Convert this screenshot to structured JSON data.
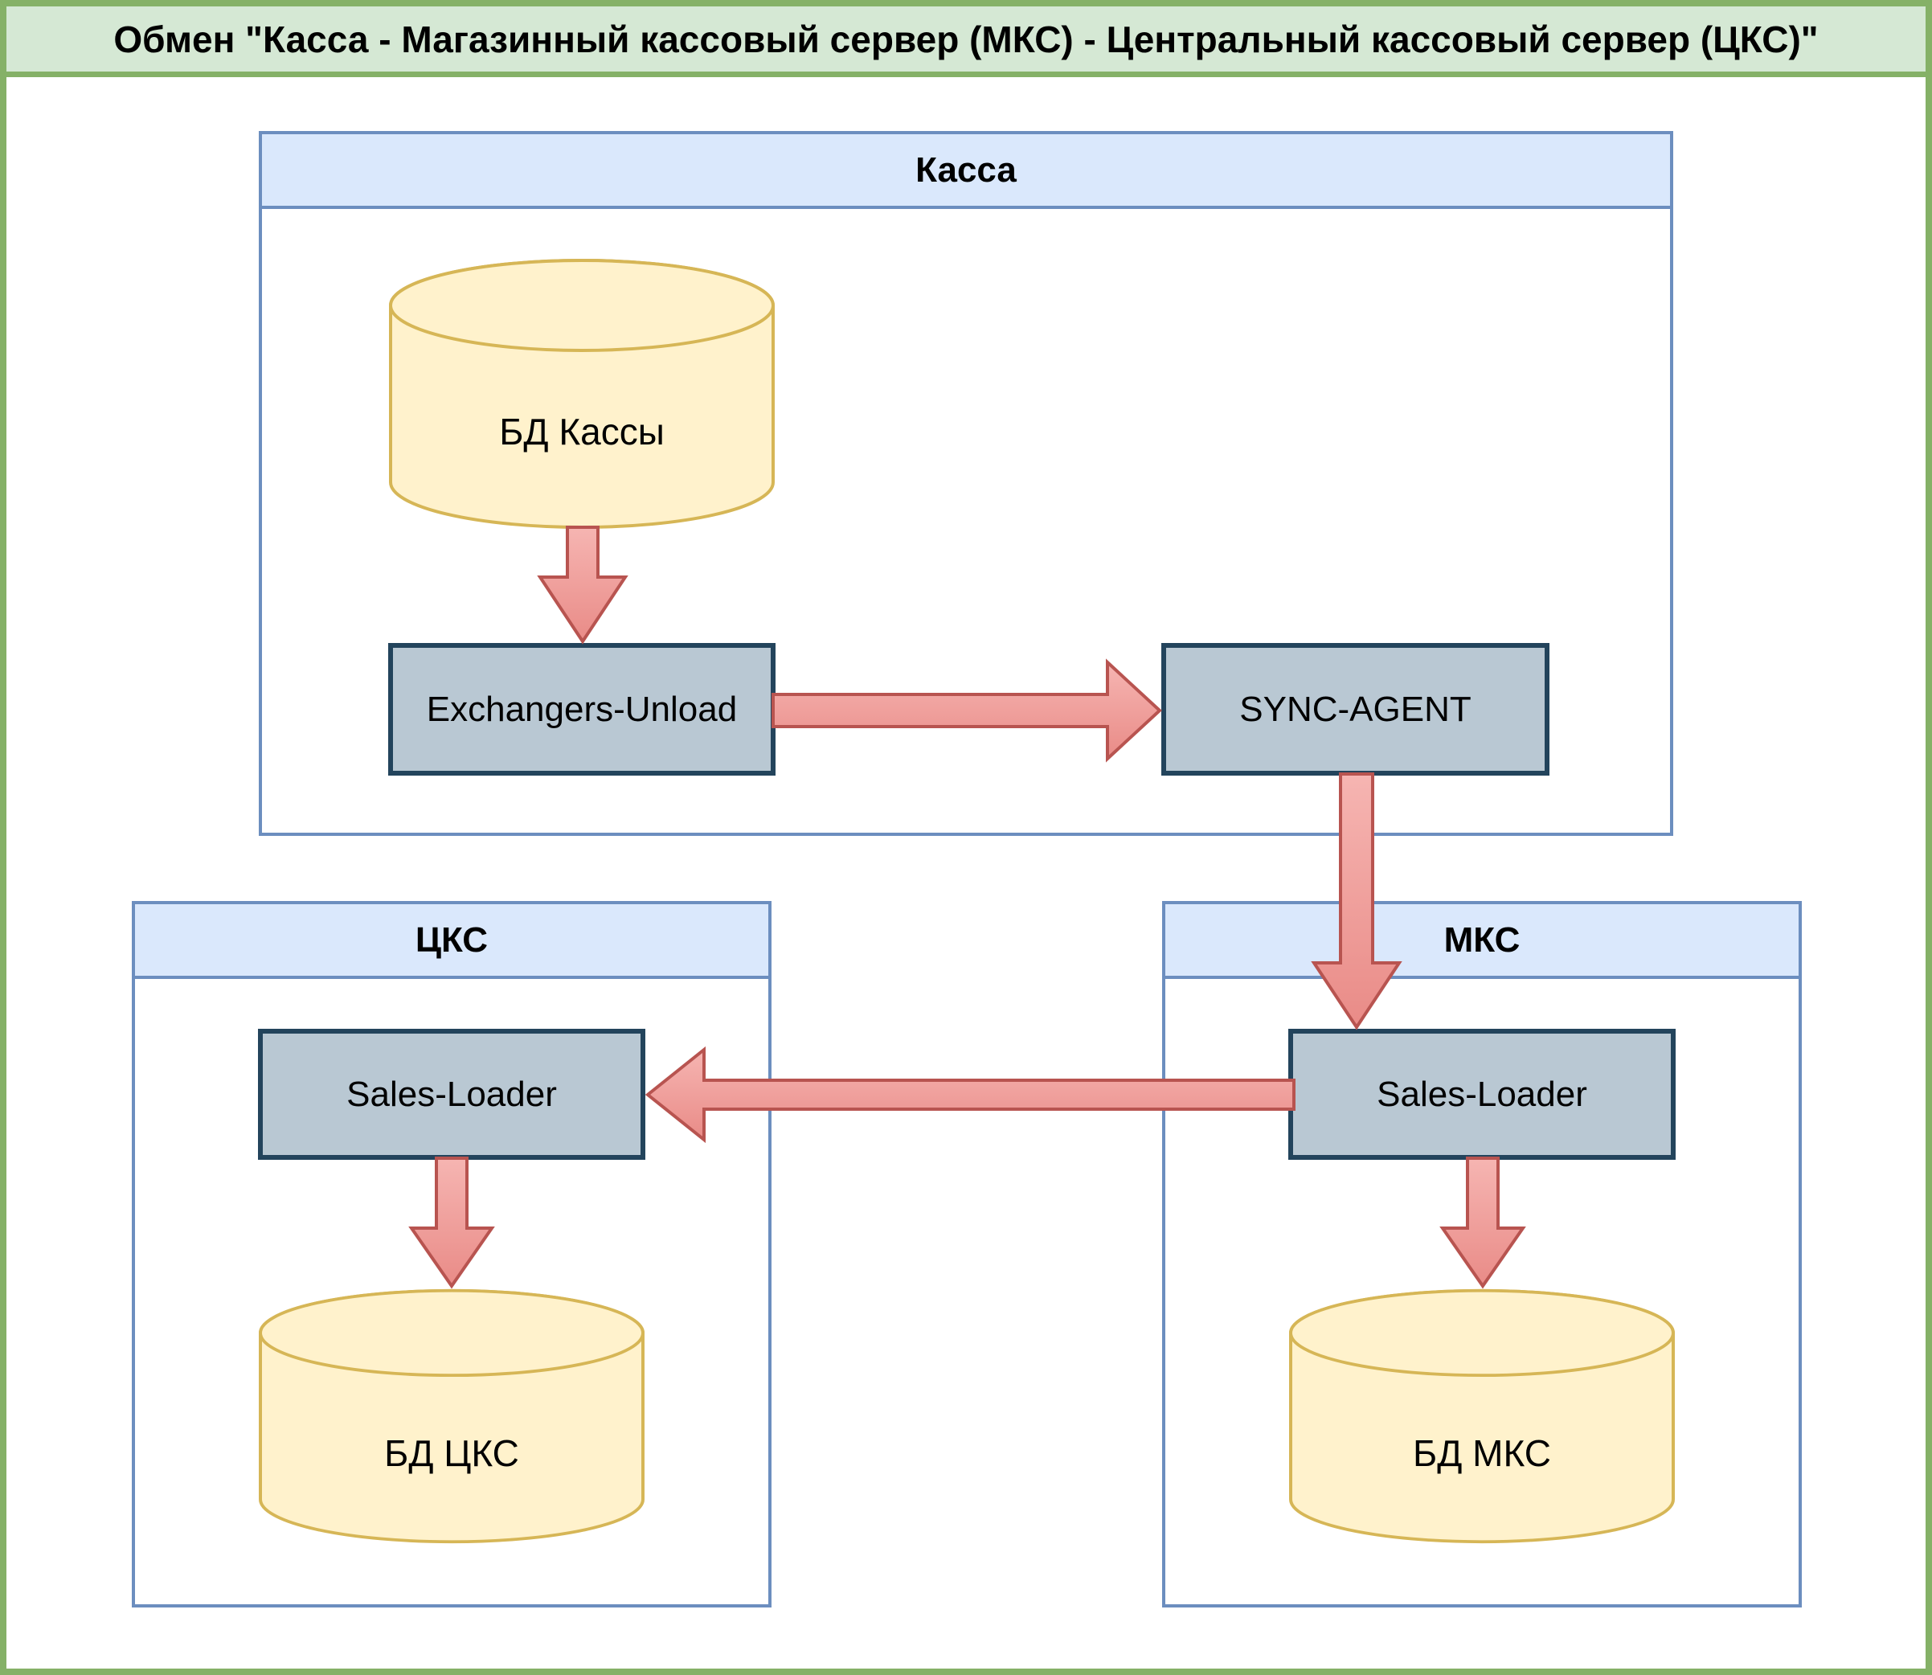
{
  "title": "Обмен \"Касса - Магазинный кассовый сервер (МКС) - Центральный кассовый сервер (ЦКС)\"",
  "containers": {
    "kassa": {
      "label": "Касса"
    },
    "cks": {
      "label": "ЦКС"
    },
    "mks": {
      "label": "МКС"
    }
  },
  "nodes": {
    "bd_kassy": {
      "label": "БД Кассы",
      "type": "database"
    },
    "exchangers_unload": {
      "label": "Exchangers-Unload",
      "type": "process"
    },
    "sync_agent": {
      "label": "SYNC-AGENT",
      "type": "process"
    },
    "sales_loader_cks": {
      "label": "Sales-Loader",
      "type": "process"
    },
    "sales_loader_mks": {
      "label": "Sales-Loader",
      "type": "process"
    },
    "bd_cks": {
      "label": "БД ЦКС",
      "type": "database"
    },
    "bd_mks": {
      "label": "БД МКС",
      "type": "database"
    }
  },
  "arrows": [
    {
      "from": "БД Кассы",
      "to": "Exchangers-Unload",
      "direction": "down"
    },
    {
      "from": "Exchangers-Unload",
      "to": "SYNC-AGENT",
      "direction": "right"
    },
    {
      "from": "SYNC-AGENT",
      "to": "Sales-Loader (МКС)",
      "direction": "down"
    },
    {
      "from": "Sales-Loader (МКС)",
      "to": "Sales-Loader (ЦКС)",
      "direction": "left"
    },
    {
      "from": "Sales-Loader (ЦКС)",
      "to": "БД ЦКС",
      "direction": "down"
    },
    {
      "from": "Sales-Loader (МКС)",
      "to": "БД МКС",
      "direction": "down"
    }
  ],
  "colors": {
    "frame_green": "#85b167",
    "title_bg": "#d5e8d4",
    "container_border": "#6c8ebf",
    "container_header_bg": "#dae8fc",
    "db_fill": "#fff2cc",
    "db_stroke": "#d6b656",
    "process_fill": "#b9c8d3",
    "process_stroke": "#23445c",
    "arrow_fill_light": "#f6b5b2",
    "arrow_fill_dark": "#e98b87",
    "arrow_stroke": "#b85450",
    "text": "#000000"
  }
}
